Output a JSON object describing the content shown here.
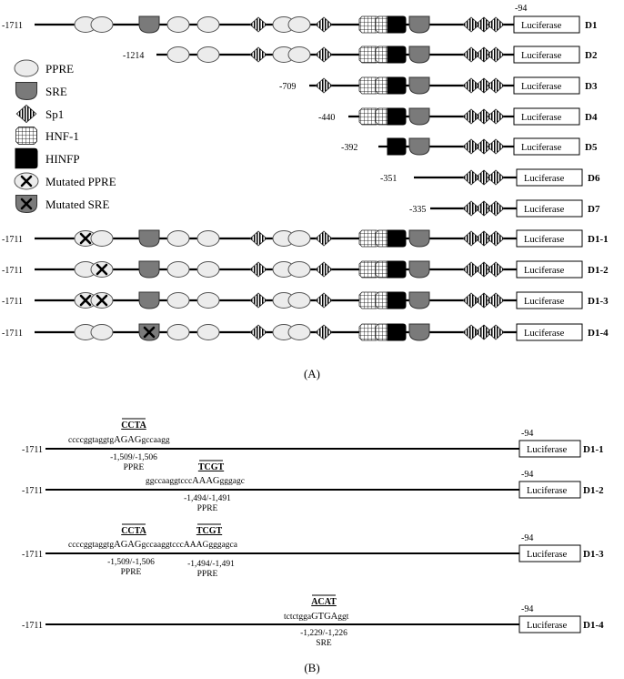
{
  "panel_a": {
    "caption": "(A)",
    "reporter": "Luciferase",
    "end_pos": "-94",
    "legend": {
      "pPRE": "PPRE",
      "sRE": "SRE",
      "sp1": "Sp1",
      "hNF1": "HNF-1",
      "hINFP": "HINFP",
      "mutPPRE": "Mutated PPRE",
      "mutSRE": "Mutated SRE"
    },
    "constructs": [
      {
        "name": "D1",
        "start": "-1711"
      },
      {
        "name": "D2",
        "start": "-1214"
      },
      {
        "name": "D3",
        "start": "-709"
      },
      {
        "name": "D4",
        "start": "-440"
      },
      {
        "name": "D5",
        "start": "-392"
      },
      {
        "name": "D6",
        "start": "-351"
      },
      {
        "name": "D7",
        "start": "-335"
      },
      {
        "name": "D1-1",
        "start": "-1711"
      },
      {
        "name": "D1-2",
        "start": "-1711"
      },
      {
        "name": "D1-3",
        "start": "-1711"
      },
      {
        "name": "D1-4",
        "start": "-1711"
      }
    ]
  },
  "panel_b": {
    "caption": "(B)",
    "reporter": "Luciferase",
    "end_pos": "-94",
    "constructs": [
      {
        "name": "D1-1",
        "start": "-1711",
        "sites": [
          {
            "mutation": "CCTA",
            "sequence_pre": "ccccggtaggtg",
            "sequence_site": "AGAG",
            "sequence_post": "gccaagg",
            "position": "-1,509/-1,506",
            "element": "PPRE"
          }
        ]
      },
      {
        "name": "D1-2",
        "start": "-1711",
        "sites": [
          {
            "mutation": "TCGT",
            "sequence_pre": "ggccaaggtccc",
            "sequence_site": "AAAG",
            "sequence_post": "gggagc",
            "position": "-1,494/-1,491",
            "element": "PPRE"
          }
        ]
      },
      {
        "name": "D1-3",
        "start": "-1711",
        "sites": [
          {
            "mutation": "CCTA",
            "sequence_pre": "ccccggtaggtg",
            "sequence_site": "AGAG",
            "sequence_post": "gccaaggtcccAAAGgggagca",
            "position": "-1,509/-1,506",
            "element": "PPRE"
          },
          {
            "mutation": "TCGT",
            "position": "-1,494/-1,491",
            "element": "PPRE"
          }
        ]
      },
      {
        "name": "D1-4",
        "start": "-1711",
        "sites": [
          {
            "mutation": "ACAT",
            "sequence_pre": "tctctgga",
            "sequence_site": "GTGA",
            "sequence_post": "ggt",
            "position": "-1,229/-1,226",
            "element": "SRE"
          }
        ]
      }
    ]
  }
}
